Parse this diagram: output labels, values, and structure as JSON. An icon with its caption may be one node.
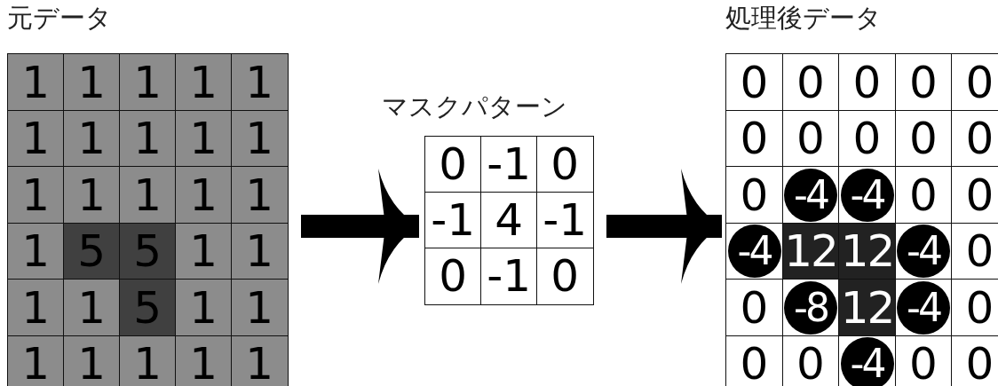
{
  "diagram": {
    "nodes": [
      {
        "text": [
          "元データ"
        ]
      },
      {
        "text": [
          "1"
        ],
        "in": 0
      },
      {
        "text": [
          "1"
        ],
        "in": 0
      },
      {
        "text": [
          "1"
        ],
        "in": 0
      },
      {
        "text": [
          "1"
        ],
        "in": 0
      },
      {
        "text": [
          "1"
        ],
        "in": 0
      },
      {
        "text": [
          "1"
        ],
        "in": 0
      },
      {
        "text": [
          "1"
        ],
        "in": 0
      },
      {
        "text": [
          "1"
        ],
        "in": 0
      },
      {
        "text": [
          "1"
        ],
        "in": 0
      },
      {
        "text": [
          "1"
        ],
        "in": 0
      },
      {
        "text": [
          "1"
        ],
        "in": 0
      },
      {
        "text": [
          "1"
        ],
        "in": 0
      },
      {
        "text": [
          "1"
        ],
        "in": 0
      },
      {
        "text": [
          "1"
        ],
        "in": 0
      },
      {
        "text": [
          "1"
        ],
        "in": 0
      },
      {
        "text": [
          "1"
        ],
        "in": 0
      },
      {
        "text": [
          "5"
        ],
        "in": 0
      },
      {
        "text": [
          "5"
        ],
        "in": 0
      },
      {
        "text": [
          "1"
        ],
        "in": 0
      },
      {
        "text": [
          "1"
        ],
        "in": 0
      },
      {
        "text": [
          "1"
        ],
        "in": 0
      },
      {
        "text": [
          "1"
        ],
        "in": 0
      },
      {
        "text": [
          "5"
        ],
        "in": 0
      },
      {
        "text": [
          "1"
        ],
        "in": 0
      },
      {
        "text": [
          "1"
        ],
        "in": 0
      },
      {
        "text": [
          "1"
        ],
        "in": 0
      },
      {
        "text": [
          "1"
        ],
        "in": 0
      },
      {
        "text": [
          "1"
        ],
        "in": 0
      },
      {
        "text": [
          "1"
        ],
        "in": 0
      },
      {
        "text": [
          "1"
        ],
        "in": 0
      },
      {
        "text": [
          "マスクパターン"
        ]
      },
      {
        "text": [
          "0"
        ],
        "in": 31
      },
      {
        "text": [
          "-1"
        ],
        "in": 31
      },
      {
        "text": [
          "0"
        ],
        "in": 31
      },
      {
        "text": [
          "-1"
        ],
        "in": 31
      },
      {
        "text": [
          "4"
        ],
        "in": 31
      },
      {
        "text": [
          "-1"
        ],
        "in": 31
      },
      {
        "text": [
          "0"
        ],
        "in": 31
      },
      {
        "text": [
          "-1"
        ],
        "in": 31
      },
      {
        "text": [
          "0"
        ],
        "in": 31
      },
      {
        "text": [
          "処理後データ"
        ]
      },
      {
        "text": [
          "0"
        ],
        "in": 41
      },
      {
        "text": [
          "0"
        ],
        "in": 41
      },
      {
        "text": [
          "0"
        ],
        "in": 41
      },
      {
        "text": [
          "0"
        ],
        "in": 41
      },
      {
        "text": [
          "0"
        ],
        "in": 41
      },
      {
        "text": [
          "0"
        ],
        "in": 41
      },
      {
        "text": [
          "0"
        ],
        "in": 41
      },
      {
        "text": [
          "0"
        ],
        "in": 41
      },
      {
        "text": [
          "0"
        ],
        "in": 41
      },
      {
        "text": [
          "0"
        ],
        "in": 41
      },
      {
        "text": [
          "0"
        ],
        "in": 41
      },
      {
        "text": [
          "-4"
        ],
        "in": 41
      },
      {
        "text": [
          "-4"
        ],
        "in": 41
      },
      {
        "text": [
          "0"
        ],
        "in": 41
      },
      {
        "text": [
          "0"
        ],
        "in": 41
      },
      {
        "text": [
          "-4"
        ],
        "in": 41
      },
      {
        "text": [
          "12"
        ],
        "in": 41
      },
      {
        "text": [
          "12"
        ],
        "in": 41
      },
      {
        "text": [
          "-4"
        ],
        "in": 41
      },
      {
        "text": [
          "0"
        ],
        "in": 41
      },
      {
        "text": [
          "0"
        ],
        "in": 41
      },
      {
        "text": [
          "-8"
        ],
        "in": 41
      },
      {
        "text": [
          "12"
        ],
        "in": 41
      },
      {
        "text": [
          "-4"
        ],
        "in": 41
      },
      {
        "text": [
          "0"
        ],
        "in": 41
      },
      {
        "text": [
          "0"
        ],
        "in": 41
      },
      {
        "text": [
          "0"
        ],
        "in": 41
      },
      {
        "text": [
          "-4"
        ],
        "in": 41
      },
      {
        "text": [
          "0"
        ],
        "in": 41
      },
      {
        "text": [
          "0"
        ],
        "in": 41
      }
    ],
    "edges": [
      {
        "from": 0,
        "to": 31,
        "arrow": "to"
      },
      {
        "from": 31,
        "to": 41,
        "arrow": "to"
      }
    ]
  }
}
